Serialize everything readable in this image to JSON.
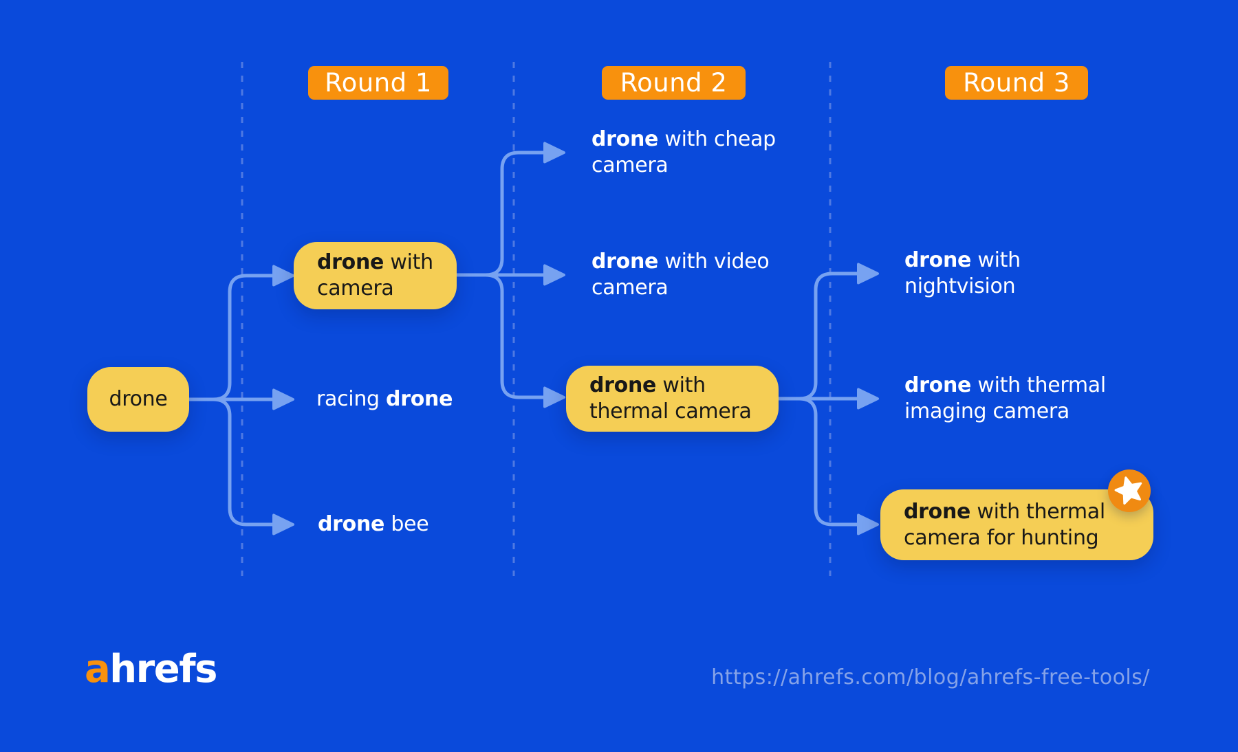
{
  "columns": [
    {
      "label": "Round 1"
    },
    {
      "label": "Round 2"
    },
    {
      "label": "Round 3"
    }
  ],
  "nodes": {
    "seed": {
      "pre": "drone"
    },
    "r1_camera": {
      "bold": "drone",
      "post": " with camera"
    },
    "r1_racing": {
      "pre": "racing ",
      "bold": "drone"
    },
    "r1_bee": {
      "bold": "drone",
      "post": " bee"
    },
    "r2_cheap": {
      "bold": "drone",
      "post": " with cheap camera"
    },
    "r2_video": {
      "bold": "drone",
      "post": " with video camera"
    },
    "r2_thermal": {
      "bold": "drone",
      "post": " with thermal camera"
    },
    "r3_night": {
      "bold": "drone",
      "post": " with nightvision"
    },
    "r3_imaging": {
      "bold": "drone",
      "post": " with thermal imaging camera"
    },
    "r3_hunting": {
      "bold": "drone",
      "post": " with thermal camera for hunting"
    }
  },
  "winner_icon": "star",
  "footer": {
    "logo": {
      "accent": "a",
      "rest": "hrefs"
    },
    "url": "https://ahrefs.com/blog/ahrefs-free-tools/"
  },
  "colors": {
    "background": "#0A4ADB",
    "connector": "#77A2F1",
    "divider": "#4F79E2",
    "node_fill": "#F5CE55",
    "badge": "#F8910D",
    "star_badge": "#F08A12",
    "url_text": "#86A3E8"
  }
}
